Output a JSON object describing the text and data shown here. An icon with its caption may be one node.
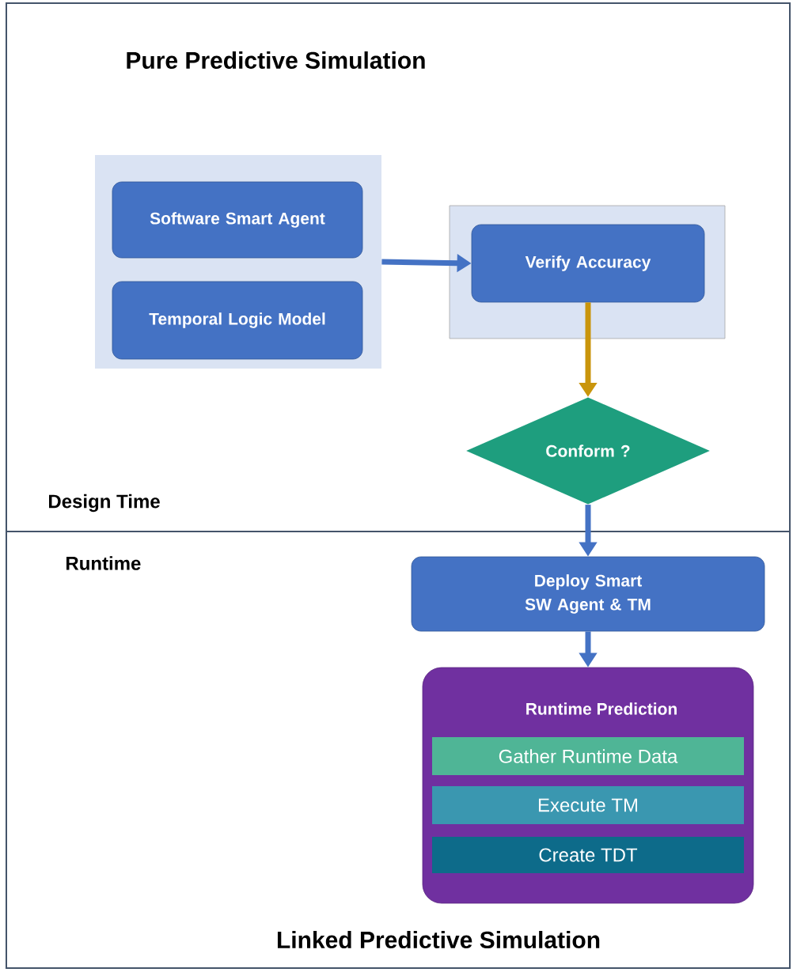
{
  "diagram": {
    "nodes": [
      {
        "text": [
          "Pure Predictive Simulation",
          "Design Time"
        ]
      },
      {
        "text": [],
        "shape": "box",
        "in": 0
      },
      {
        "text": [
          "Software Smart Agent"
        ],
        "in": 1
      },
      {
        "text": [
          "Temporal Logic Model"
        ],
        "in": 1
      },
      {
        "text": [],
        "shape": "box",
        "in": 0
      },
      {
        "text": [
          "Verify Accuracy"
        ],
        "in": 4
      },
      {
        "text": [
          "Conform ?"
        ],
        "in": 0
      },
      {
        "text": [
          "Runtime",
          "Linked Predictive Simulation"
        ]
      },
      {
        "text": [
          "Deploy Smart SW Agent & TM"
        ],
        "in": 7
      },
      {
        "text": [
          "Runtime Prediction"
        ],
        "in": 7
      },
      {
        "text": [
          "Gather Runtime Data"
        ],
        "in": 9
      },
      {
        "text": [
          "Execute TM"
        ],
        "in": 9
      },
      {
        "text": [
          "Create TDT"
        ],
        "in": 9
      }
    ],
    "edges": [
      {
        "from": 1,
        "to": 5,
        "arrow": "to"
      },
      {
        "from": 5,
        "to": 6,
        "arrow": "to",
        "color": "#c9950c"
      },
      {
        "from": 6,
        "to": 8,
        "arrow": "to"
      },
      {
        "from": 8,
        "to": 9,
        "arrow": "to"
      }
    ]
  }
}
